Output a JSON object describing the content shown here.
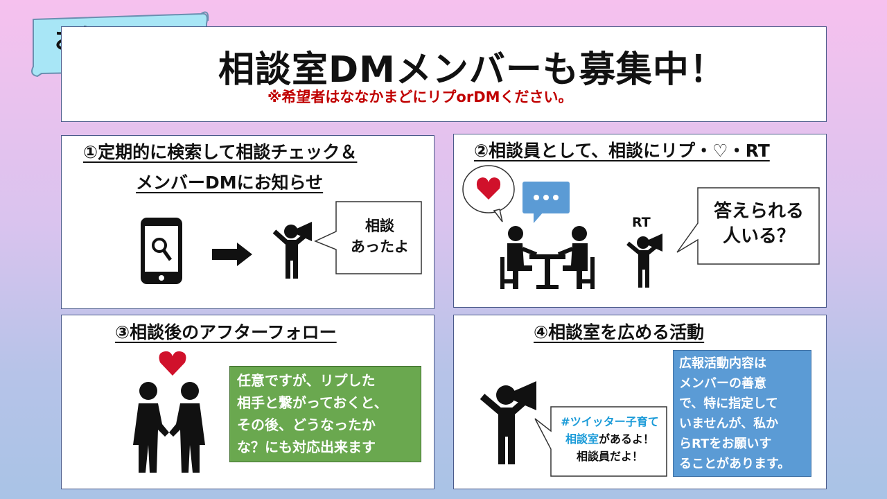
{
  "tag_label": "お知らせ",
  "header": {
    "title": "相談室DMメンバーも募集中！",
    "note": "※希望者はななかまどにリプorDMください。"
  },
  "panel1": {
    "title_line1": "①定期的に検索して相談チェック＆",
    "title_line2": "メンバーDMにお知らせ",
    "bubble_line1": "相談",
    "bubble_line2": "あったよ"
  },
  "panel2": {
    "title": "②相談員として、相談にリプ・♡・RT",
    "rt_label": "RT",
    "bubble_line1": "答えられる",
    "bubble_line2": "人いる？"
  },
  "panel3": {
    "title": "③相談後のアフターフォロー",
    "green_lines": [
      "任意ですが、リプした",
      "相手と繋がっておくと、",
      "その後、どうなったか",
      "な？にも対応出来ます"
    ]
  },
  "panel4": {
    "title": "④相談室を広める活動",
    "bubble_hashtag": "#ツイッター子育て",
    "bubble_hashtag2": "相談室",
    "bubble_rest": "があるよ！",
    "bubble_line3": "相談員だよ！",
    "blue_lines": [
      "広報活動内容は",
      "メンバーの善意",
      "で、特に指定して",
      "いませんが、私か",
      "らRTをお願いす",
      "ることがあります。"
    ]
  },
  "colors": {
    "green": "#6aa84f",
    "blue": "#5b9bd5",
    "red_note": "#c00000",
    "heart": "#d0112b",
    "chat_blue": "#5b9bd5"
  }
}
